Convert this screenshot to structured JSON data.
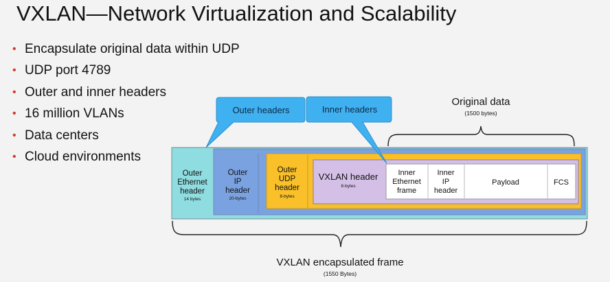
{
  "title": "VXLAN—Network Virtualization and Scalability",
  "bullets": [
    "Encapsulate original data within UDP",
    "UDP port 4789",
    "Outer and inner headers",
    "16 million VLANs",
    "Data centers",
    "Cloud environments"
  ],
  "callouts": {
    "outer": "Outer headers",
    "inner": "Inner headers"
  },
  "original_data": {
    "label": "Original data",
    "size": "(1500 bytes)"
  },
  "frame": {
    "outer_ethernet": {
      "lines": [
        "Outer",
        "Ethernet",
        "header"
      ],
      "size": "14 bytes"
    },
    "outer_ip": {
      "lines": [
        "Outer",
        "IP",
        "header"
      ],
      "size": "20-bytes"
    },
    "outer_udp": {
      "lines": [
        "Outer",
        "UDP",
        "header"
      ],
      "size": "8-bytes"
    },
    "vxlan": {
      "label": "VXLAN header",
      "size": "8-bytes"
    },
    "inner_ethernet": {
      "lines": [
        "Inner",
        "Ethernet",
        "frame"
      ]
    },
    "inner_ip": {
      "lines": [
        "Inner",
        "IP",
        "header"
      ]
    },
    "payload": "Payload",
    "fcs": "FCS"
  },
  "encapsulated": {
    "label": "VXLAN encapsulated frame",
    "size": "(1550 Bytes)"
  },
  "colors": {
    "outer_ethernet": "#8fdde0",
    "outer_ip": "#7ba2e0",
    "outer_udp": "#f9c02a",
    "vxlan": "#d4c0e6",
    "inner": "#ffffff",
    "callout": "#3fb0f0",
    "bullet": "#d23b2a"
  }
}
